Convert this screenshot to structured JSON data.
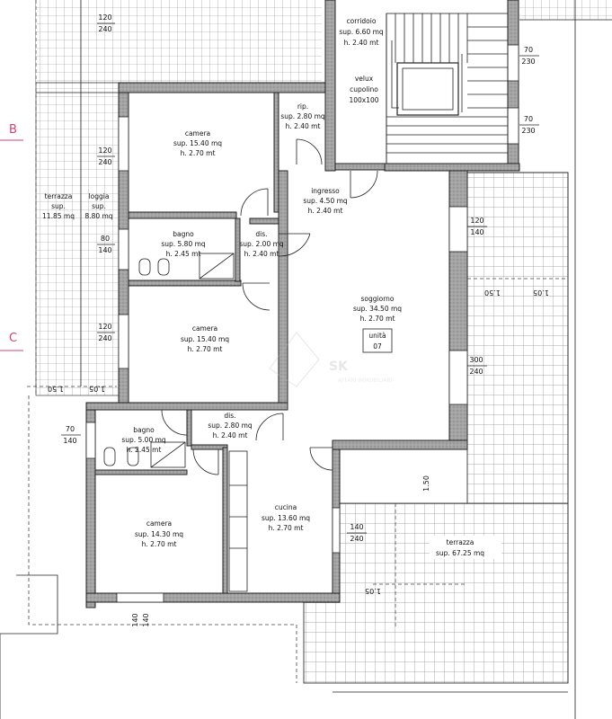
{
  "axes": [
    {
      "letter": "B"
    },
    {
      "letter": "C"
    }
  ],
  "rooms": {
    "corridoio": {
      "name": "corridoio",
      "sup": "sup. 6.60 mq",
      "h": "h. 2.40 mt"
    },
    "velux": {
      "line1": "velux",
      "line2": "cupolino",
      "line3": "100x100"
    },
    "ripostiglio": {
      "name": "rip.",
      "sup": "sup. 2.80 mq",
      "h": "h. 2.40 mt"
    },
    "camera1": {
      "name": "camera",
      "sup": "sup. 15.40 mq",
      "h": "h. 2.70 mt"
    },
    "ingresso": {
      "name": "ingresso",
      "sup": "sup. 4.50 mq",
      "h": "h. 2.40 mt"
    },
    "terrazza_left": {
      "name": "terrazza",
      "sup": "sup.",
      "value": "11.85 mq"
    },
    "loggia": {
      "name": "loggia",
      "sup": "sup.",
      "value": "8.80 mq"
    },
    "bagno1": {
      "name": "bagno",
      "sup": "sup. 5.80 mq",
      "h": "h. 2.45 mt"
    },
    "dis1": {
      "name": "dis.",
      "sup": "sup. 2.00 mq",
      "h": "h. 2.40 mt"
    },
    "soggiorno": {
      "name": "soggiorno",
      "sup": "sup. 34.50 mq",
      "h": "h. 2.70 mt",
      "unit_label": "unità",
      "unit_number": "07"
    },
    "camera2": {
      "name": "camera",
      "sup": "sup. 15.40 mq",
      "h": "h. 2.70 mt"
    },
    "dis2": {
      "name": "dis.",
      "sup": "sup. 2.80 mq",
      "h": "h. 2.40 mt"
    },
    "bagno2": {
      "name": "bagno",
      "sup": "sup. 5.00 mq",
      "h": "h. 2.45 mt"
    },
    "camera3": {
      "name": "camera",
      "sup": "sup. 14.30 mq",
      "h": "h. 2.70 mt"
    },
    "cucina": {
      "name": "cucina",
      "sup": "sup. 13.60 mq",
      "h": "h. 2.70 mt"
    },
    "terrazza_main": {
      "name": "terrazza",
      "sup": "sup. 67.25 mq"
    }
  },
  "dimensions": {
    "d1": {
      "top": "120",
      "bottom": "240"
    },
    "d2": {
      "top": "70",
      "bottom": "230"
    },
    "d3": {
      "top": "70",
      "bottom": "230"
    },
    "d4": {
      "top": "120",
      "bottom": "240"
    },
    "d5": {
      "top": "120",
      "bottom": "140"
    },
    "d6": {
      "top": "80",
      "bottom": "140"
    },
    "d7": {
      "top": "120",
      "bottom": "240"
    },
    "d8": {
      "top": "300",
      "bottom": "240"
    },
    "d9": {
      "top": "70",
      "bottom": "140"
    },
    "d10": {
      "top": "140",
      "bottom": "240"
    },
    "d11": {
      "top": "140",
      "bottom": "140"
    },
    "level_150": "1.50",
    "level_105a": "1.05",
    "level_150b": "1.50",
    "level_150c": "1.50",
    "level_105b": "1.05"
  },
  "watermark": {
    "line1": "SK",
    "line2": "AFFARI IMMOBILIARI"
  },
  "colors": {
    "wall": "#9a9a9a",
    "line": "#222222",
    "axis": "#d0417a",
    "tile": "#8c8c8c"
  }
}
